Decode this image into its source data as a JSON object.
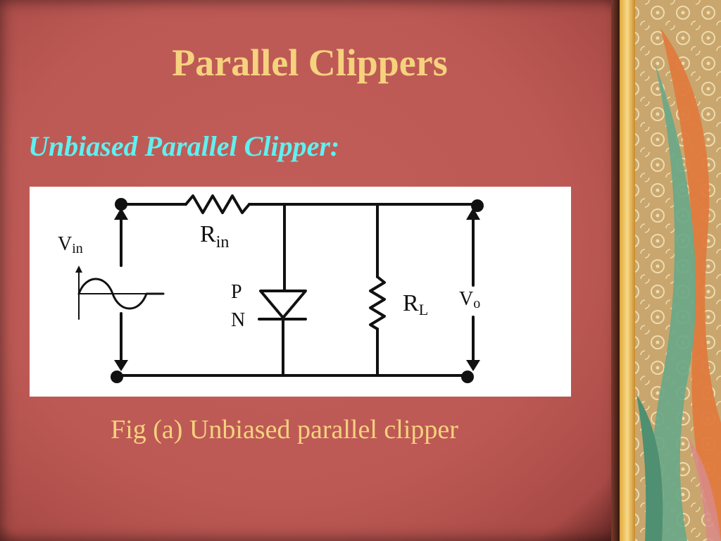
{
  "slide": {
    "title": "Parallel Clippers",
    "subtitle": "Unbiased Parallel Clipper:",
    "caption": "Fig (a) Unbiased parallel clipper"
  },
  "circuit": {
    "input_label_main": "V",
    "input_label_sub": "in",
    "series_resistor_main": "R",
    "series_resistor_sub": "in",
    "diode_p": "P",
    "diode_n": "N",
    "load_resistor_main": "R",
    "load_resistor_sub": "L",
    "output_label_main": "V",
    "output_label_sub": "o"
  },
  "colors": {
    "slide_background": "#bd5955",
    "title": "#f6d27e",
    "subtitle": "#5ff0f0",
    "figure_background": "#ffffff"
  }
}
